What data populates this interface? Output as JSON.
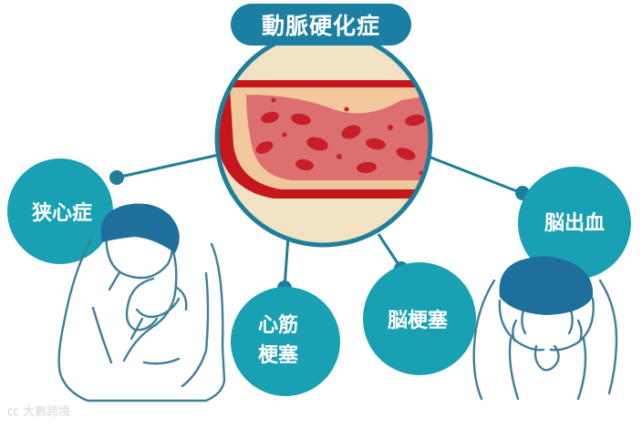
{
  "title": "動脈硬化症",
  "nodes": {
    "angina": "狭心症",
    "myocardial_infarction": [
      "心筋",
      "梗塞"
    ],
    "cerebral_infarction": "脳梗塞",
    "cerebral_hemorrhage": "脳出血"
  },
  "watermark": "大數跨境",
  "colors": {
    "teal": "#1aa0b3",
    "title_bg": "#1b7fa3",
    "line": "#1f7f9a",
    "head": "#1e6f9b",
    "outline": "#3f7f9a",
    "vessel_wall": "#c4161c",
    "plaque": "#f2c79b",
    "blood": "#dc7070",
    "cell": "#c81e28",
    "background_tissue": "#f0e2c2"
  },
  "icons": {
    "illustration": "artery-cross-section-icon",
    "angina_person": "person-clutching-chest-icon",
    "stroke_person": "person-holding-head-icon"
  }
}
